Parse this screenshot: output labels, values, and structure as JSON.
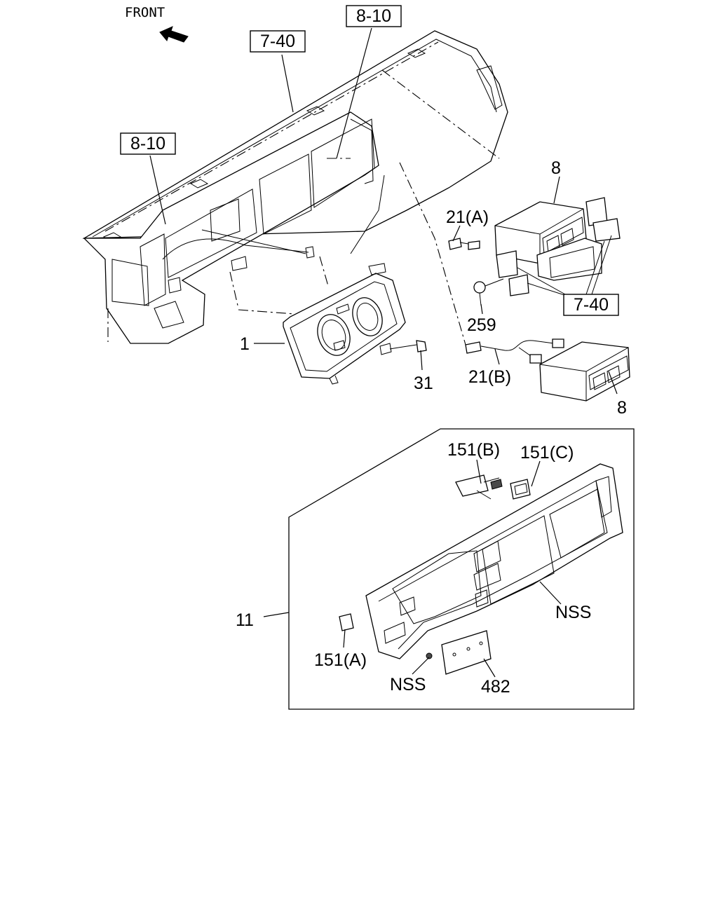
{
  "front_label": "FRONT",
  "refs": {
    "ref_7_40_top": "7-40",
    "ref_8_10_top": "8-10",
    "ref_8_10_left": "8-10",
    "ref_7_40_right": "7-40"
  },
  "callouts": {
    "p1": "1",
    "p8_top": "8",
    "p8_bottom": "8",
    "p21a": "21(A)",
    "p21b": "21(B)",
    "p31": "31",
    "p259": "259",
    "p11": "11",
    "p151a": "151(A)",
    "p151b": "151(B)",
    "p151c": "151(C)",
    "nss_right": "NSS",
    "nss_bottom": "NSS",
    "p482": "482"
  }
}
